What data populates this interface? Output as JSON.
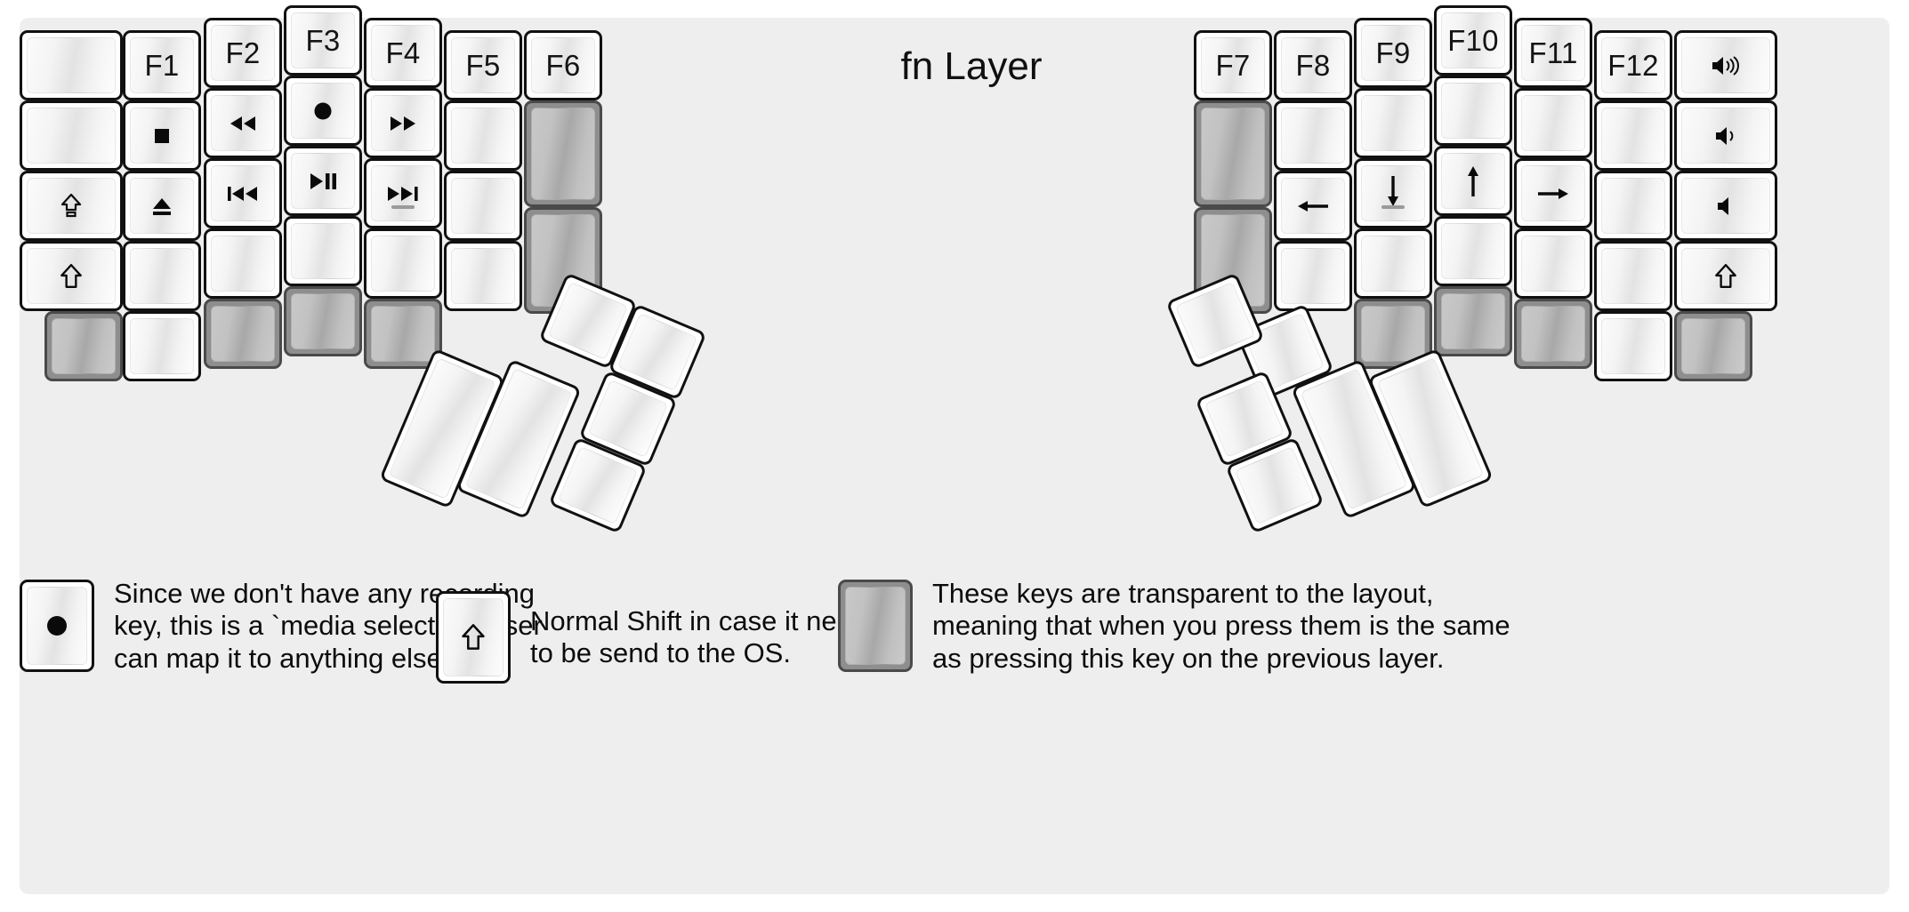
{
  "title": "fn Layer",
  "colors": {
    "background": "#EEEEEE",
    "key_face": "#FFFFFF",
    "key_border": "#111111",
    "transparent_key": "#8E8E8E",
    "text": "#111111"
  },
  "left_half": {
    "columns": [
      {
        "name": "col-pinky-outer",
        "keys": [
          {
            "label": "",
            "glyph": "",
            "transparent": false
          },
          {
            "label": "",
            "glyph": "",
            "transparent": false
          },
          {
            "label": "",
            "glyph": "caps-lock-icon",
            "transparent": false
          },
          {
            "label": "",
            "glyph": "shift-icon",
            "transparent": false
          },
          {
            "label": "",
            "glyph": "",
            "transparent": true
          }
        ]
      },
      {
        "name": "col-pinky",
        "keys": [
          {
            "label": "F1",
            "glyph": "",
            "transparent": false
          },
          {
            "label": "",
            "glyph": "media-stop-icon",
            "transparent": false
          },
          {
            "label": "",
            "glyph": "media-eject-icon",
            "transparent": false
          },
          {
            "label": "",
            "glyph": "",
            "transparent": false
          },
          {
            "label": "",
            "glyph": "",
            "transparent": false
          }
        ]
      },
      {
        "name": "col-ring",
        "keys": [
          {
            "label": "F2",
            "glyph": "",
            "transparent": false
          },
          {
            "label": "",
            "glyph": "media-rewind-icon",
            "transparent": false
          },
          {
            "label": "",
            "glyph": "media-previous-icon",
            "transparent": false
          },
          {
            "label": "",
            "glyph": "",
            "transparent": false
          },
          {
            "label": "",
            "glyph": "",
            "transparent": true
          }
        ]
      },
      {
        "name": "col-middle",
        "keys": [
          {
            "label": "F3",
            "glyph": "",
            "transparent": false
          },
          {
            "label": "",
            "glyph": "media-record-icon",
            "transparent": false
          },
          {
            "label": "",
            "glyph": "media-play-pause-icon",
            "transparent": false
          },
          {
            "label": "",
            "glyph": "",
            "transparent": false
          },
          {
            "label": "",
            "glyph": "",
            "transparent": true
          }
        ]
      },
      {
        "name": "col-index",
        "keys": [
          {
            "label": "F4",
            "glyph": "",
            "transparent": false
          },
          {
            "label": "",
            "glyph": "media-fast-forward-icon",
            "transparent": false
          },
          {
            "label": "",
            "glyph": "media-next-icon",
            "transparent": false,
            "homing": true
          },
          {
            "label": "",
            "glyph": "",
            "transparent": false
          },
          {
            "label": "",
            "glyph": "",
            "transparent": true
          }
        ]
      },
      {
        "name": "col-inner",
        "keys": [
          {
            "label": "F5",
            "glyph": "",
            "transparent": false
          },
          {
            "label": "",
            "glyph": "",
            "transparent": false
          },
          {
            "label": "",
            "glyph": "",
            "transparent": false
          },
          {
            "label": "",
            "glyph": "",
            "transparent": false
          }
        ]
      },
      {
        "name": "col-innermost",
        "keys": [
          {
            "label": "F6",
            "glyph": "",
            "transparent": false
          },
          {
            "label": "",
            "glyph": "",
            "transparent": true,
            "tall": true
          },
          {
            "label": "",
            "glyph": "",
            "transparent": true,
            "tall": true
          }
        ]
      }
    ],
    "thumb_cluster": [
      {
        "name": "thumb-big-1",
        "label": "",
        "glyph": "",
        "transparent": false
      },
      {
        "name": "thumb-big-2",
        "label": "",
        "glyph": "",
        "transparent": false
      },
      {
        "name": "thumb-small-1",
        "label": "",
        "glyph": "",
        "transparent": false
      },
      {
        "name": "thumb-small-2",
        "label": "",
        "glyph": "",
        "transparent": false
      },
      {
        "name": "thumb-small-3",
        "label": "",
        "glyph": "",
        "transparent": false
      },
      {
        "name": "thumb-small-4",
        "label": "",
        "glyph": "",
        "transparent": false
      }
    ]
  },
  "right_half": {
    "columns": [
      {
        "name": "col-innermost",
        "keys": [
          {
            "label": "F7",
            "glyph": "",
            "transparent": false
          },
          {
            "label": "",
            "glyph": "",
            "transparent": true,
            "tall": true
          },
          {
            "label": "",
            "glyph": "",
            "transparent": true,
            "tall": true
          }
        ]
      },
      {
        "name": "col-inner",
        "keys": [
          {
            "label": "F8",
            "glyph": "",
            "transparent": false
          },
          {
            "label": "",
            "glyph": "",
            "transparent": false
          },
          {
            "label": "",
            "glyph": "arrow-left-icon",
            "transparent": false
          },
          {
            "label": "",
            "glyph": "",
            "transparent": false
          }
        ]
      },
      {
        "name": "col-index",
        "keys": [
          {
            "label": "F9",
            "glyph": "",
            "transparent": false
          },
          {
            "label": "",
            "glyph": "",
            "transparent": false
          },
          {
            "label": "",
            "glyph": "arrow-down-icon",
            "transparent": false,
            "homing": true
          },
          {
            "label": "",
            "glyph": "",
            "transparent": false
          },
          {
            "label": "",
            "glyph": "",
            "transparent": true
          }
        ]
      },
      {
        "name": "col-middle",
        "keys": [
          {
            "label": "F10",
            "glyph": "",
            "transparent": false
          },
          {
            "label": "",
            "glyph": "",
            "transparent": false
          },
          {
            "label": "",
            "glyph": "arrow-up-icon",
            "transparent": false
          },
          {
            "label": "",
            "glyph": "",
            "transparent": false
          },
          {
            "label": "",
            "glyph": "",
            "transparent": true
          }
        ]
      },
      {
        "name": "col-ring",
        "keys": [
          {
            "label": "F11",
            "glyph": "",
            "transparent": false
          },
          {
            "label": "",
            "glyph": "",
            "transparent": false
          },
          {
            "label": "",
            "glyph": "arrow-right-icon",
            "transparent": false
          },
          {
            "label": "",
            "glyph": "",
            "transparent": false
          },
          {
            "label": "",
            "glyph": "",
            "transparent": true
          }
        ]
      },
      {
        "name": "col-pinky",
        "keys": [
          {
            "label": "F12",
            "glyph": "",
            "transparent": false
          },
          {
            "label": "",
            "glyph": "",
            "transparent": false
          },
          {
            "label": "",
            "glyph": "",
            "transparent": false
          },
          {
            "label": "",
            "glyph": "",
            "transparent": false
          },
          {
            "label": "",
            "glyph": "",
            "transparent": false
          }
        ]
      },
      {
        "name": "col-pinky-outer",
        "keys": [
          {
            "label": "",
            "glyph": "volume-up-icon",
            "transparent": false
          },
          {
            "label": "",
            "glyph": "volume-down-icon",
            "transparent": false
          },
          {
            "label": "",
            "glyph": "volume-mute-icon",
            "transparent": false
          },
          {
            "label": "",
            "glyph": "shift-icon",
            "transparent": false
          },
          {
            "label": "",
            "glyph": "",
            "transparent": true
          }
        ]
      }
    ],
    "thumb_cluster": [
      {
        "name": "thumb-big-1",
        "label": "",
        "glyph": "",
        "transparent": false
      },
      {
        "name": "thumb-big-2",
        "label": "",
        "glyph": "",
        "transparent": false
      },
      {
        "name": "thumb-small-1",
        "label": "",
        "glyph": "",
        "transparent": false
      },
      {
        "name": "thumb-small-2",
        "label": "",
        "glyph": "",
        "transparent": false
      },
      {
        "name": "thumb-small-3",
        "label": "",
        "glyph": "",
        "transparent": false
      },
      {
        "name": "thumb-small-4",
        "label": "",
        "glyph": "",
        "transparent": false
      }
    ]
  },
  "legend": [
    {
      "swatch": "media-record-icon",
      "transparent": false,
      "text": "Since we don't have any recording\nkey, this is a `media select` so user\ncan map it to anything else."
    },
    {
      "swatch": "shift-icon",
      "transparent": false,
      "text": "Normal Shift in case it needs\nto be send to the OS."
    },
    {
      "swatch": "",
      "transparent": true,
      "text": "These keys are transparent to the layout,\nmeaning that when you press them is the same\nas pressing this key on the previous layer."
    }
  ]
}
